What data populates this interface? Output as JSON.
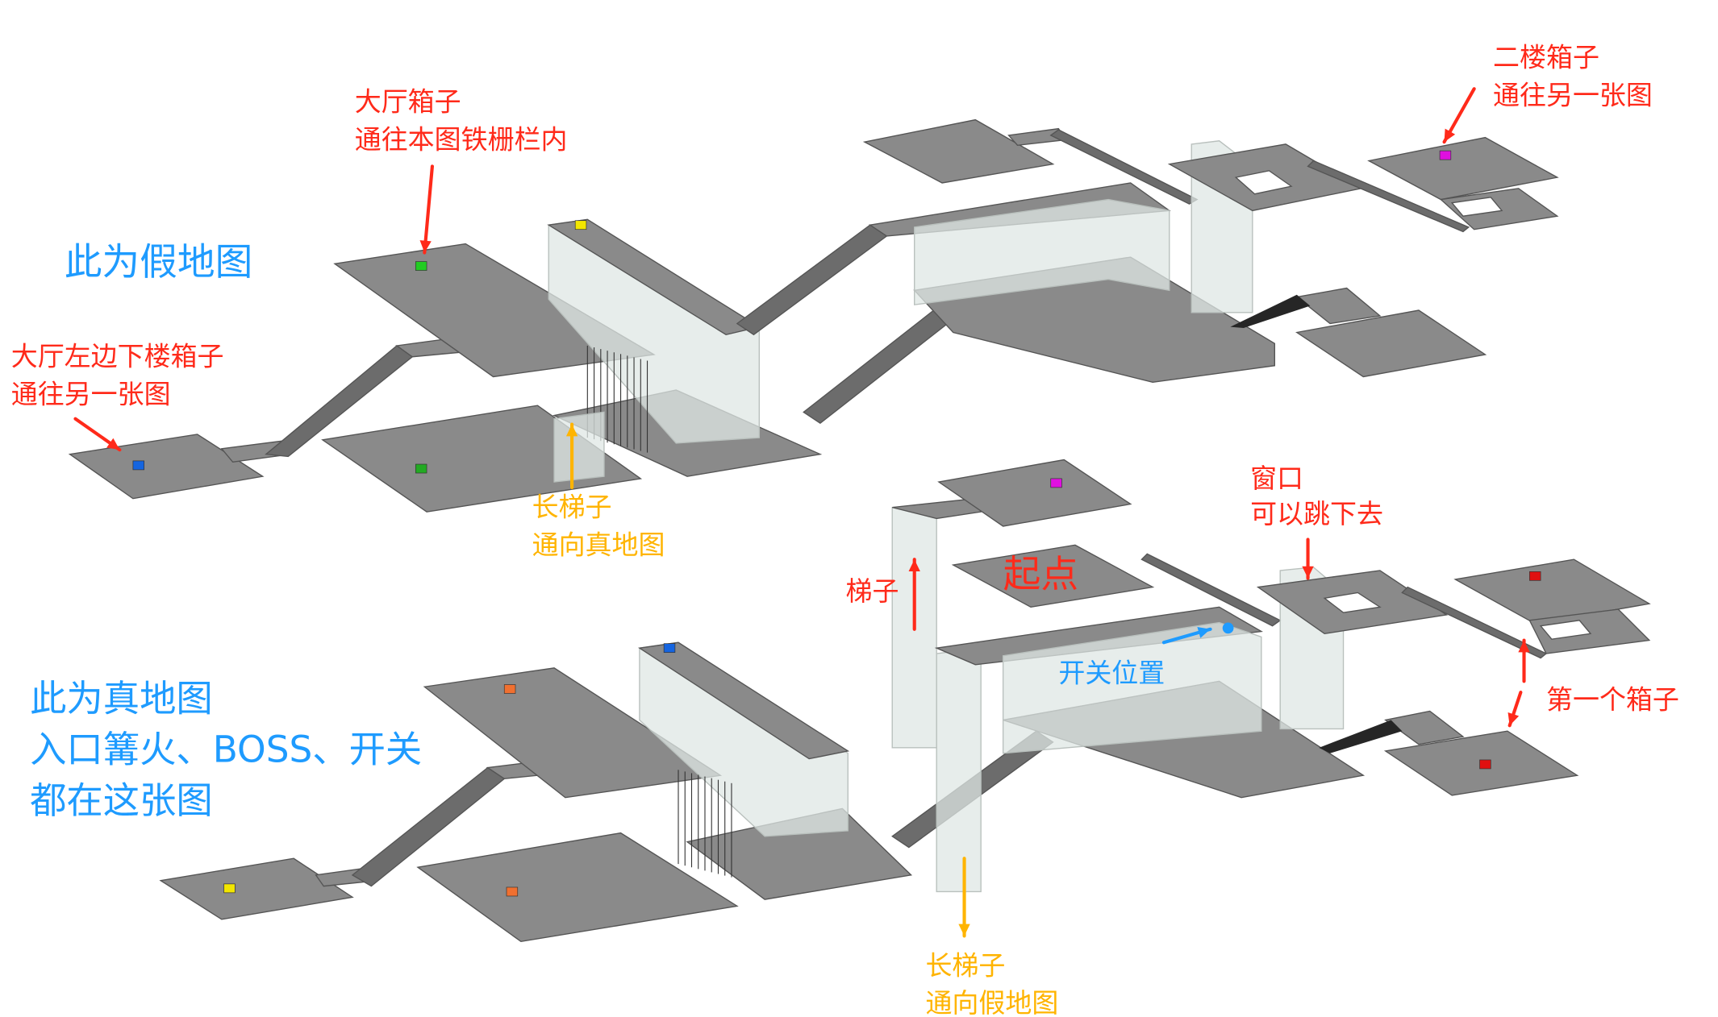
{
  "colors": {
    "red": "#ff2a1a",
    "blue": "#1e9bff",
    "orange": "#ffb400",
    "plate": "#8a8a8a",
    "ramp": "#6c6c6c",
    "glass": "#dfe7e4"
  },
  "fake_map": {
    "title": "此为假地图",
    "hall_box_label": [
      "大厅箱子",
      "通往本图铁栅栏内"
    ],
    "left_box_label": [
      "大厅左边下楼箱子",
      "通往另一张图"
    ],
    "ladder_label": [
      "长梯子",
      "通向真地图"
    ],
    "second_floor_label": [
      "二楼箱子",
      "通往另一张图"
    ]
  },
  "real_map": {
    "title": [
      "此为真地图",
      "入口篝火、BOSS、开关",
      "都在这张图"
    ],
    "start_label": "起点",
    "ladder_short_label": "梯子",
    "switch_label": "开关位置",
    "window_label": [
      "窗口",
      "可以跳下去"
    ],
    "first_box_label": "第一个箱子",
    "ladder_label": [
      "长梯子",
      "通向假地图"
    ]
  }
}
